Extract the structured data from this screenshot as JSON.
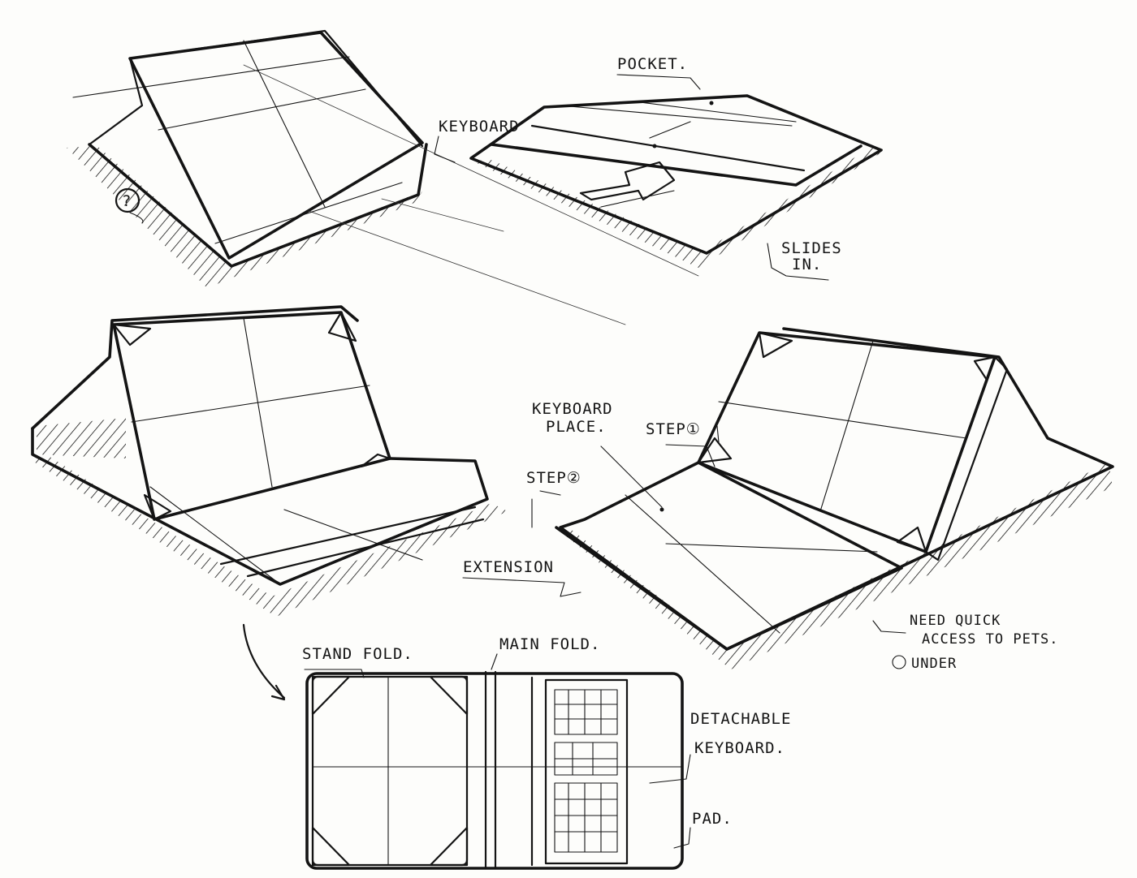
{
  "labels": {
    "pocket": "POCKET.",
    "keyboard": "KEYBOARD",
    "question": "?",
    "slides_in_1": "SLIDES",
    "slides_in_2": "IN.",
    "keyboard_place_1": "KEYBOARD",
    "keyboard_place_2": "PLACE.",
    "step1": "STEP①",
    "step2": "STEP②",
    "extension": "EXTENSION",
    "need_1": "NEED QUICK",
    "need_2": "ACCESS TO PETS.",
    "need_3": "UNDER",
    "stand_fold": "STAND FOLD.",
    "main_fold": "MAIN FOLD.",
    "detachable_1": "DETACHABLE",
    "detachable_2": "KEYBOARD.",
    "pad": "PAD."
  }
}
